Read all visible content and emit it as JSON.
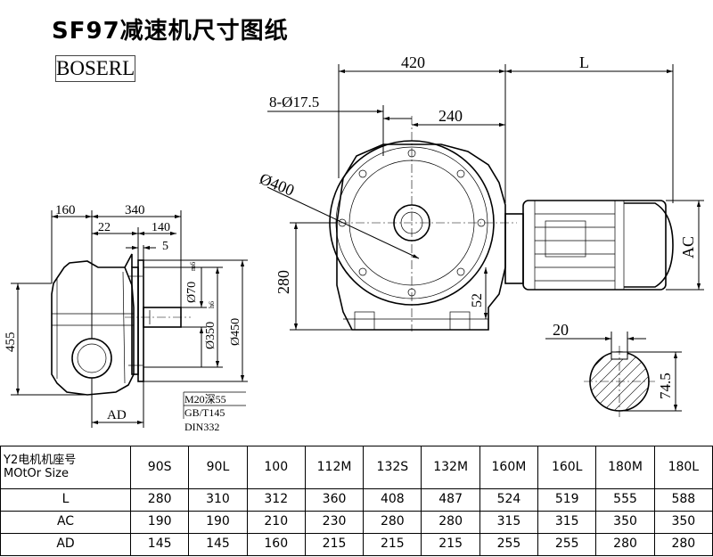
{
  "header": {
    "title": "SF97减速机尺寸图纸",
    "brand": "BOSERL"
  },
  "dimensions": {
    "d420": "420",
    "dL": "L",
    "d8hole": "8-Ø17.5",
    "d240": "240",
    "d400": "Ø400",
    "d280": "280",
    "d52": "52",
    "dAC": "AC",
    "d160": "160",
    "d340": "340",
    "d22": "22",
    "d140": "140",
    "d5": "5",
    "d455": "455",
    "dAD": "AD",
    "d70": "Ø70",
    "d70tol": "m6",
    "d350": "Ø350",
    "d350tol": "h6",
    "d450": "Ø450",
    "d20": "20",
    "d745": "74.5",
    "note1": "M20深55",
    "note2": "GB/T145",
    "note3": "DIN332"
  },
  "table": {
    "header_line1": "Y2电机机座号",
    "header_line2": "MOtOr Size",
    "sizes": [
      "90S",
      "90L",
      "100",
      "112M",
      "132S",
      "132M",
      "160M",
      "160L",
      "180M",
      "180L"
    ],
    "rows": [
      {
        "label": "L",
        "values": [
          "280",
          "310",
          "312",
          "360",
          "408",
          "487",
          "524",
          "519",
          "555",
          "588"
        ]
      },
      {
        "label": "AC",
        "values": [
          "190",
          "190",
          "210",
          "230",
          "280",
          "280",
          "315",
          "315",
          "350",
          "350"
        ]
      },
      {
        "label": "AD",
        "values": [
          "145",
          "145",
          "160",
          "215",
          "215",
          "215",
          "255",
          "255",
          "280",
          "280"
        ]
      }
    ]
  }
}
